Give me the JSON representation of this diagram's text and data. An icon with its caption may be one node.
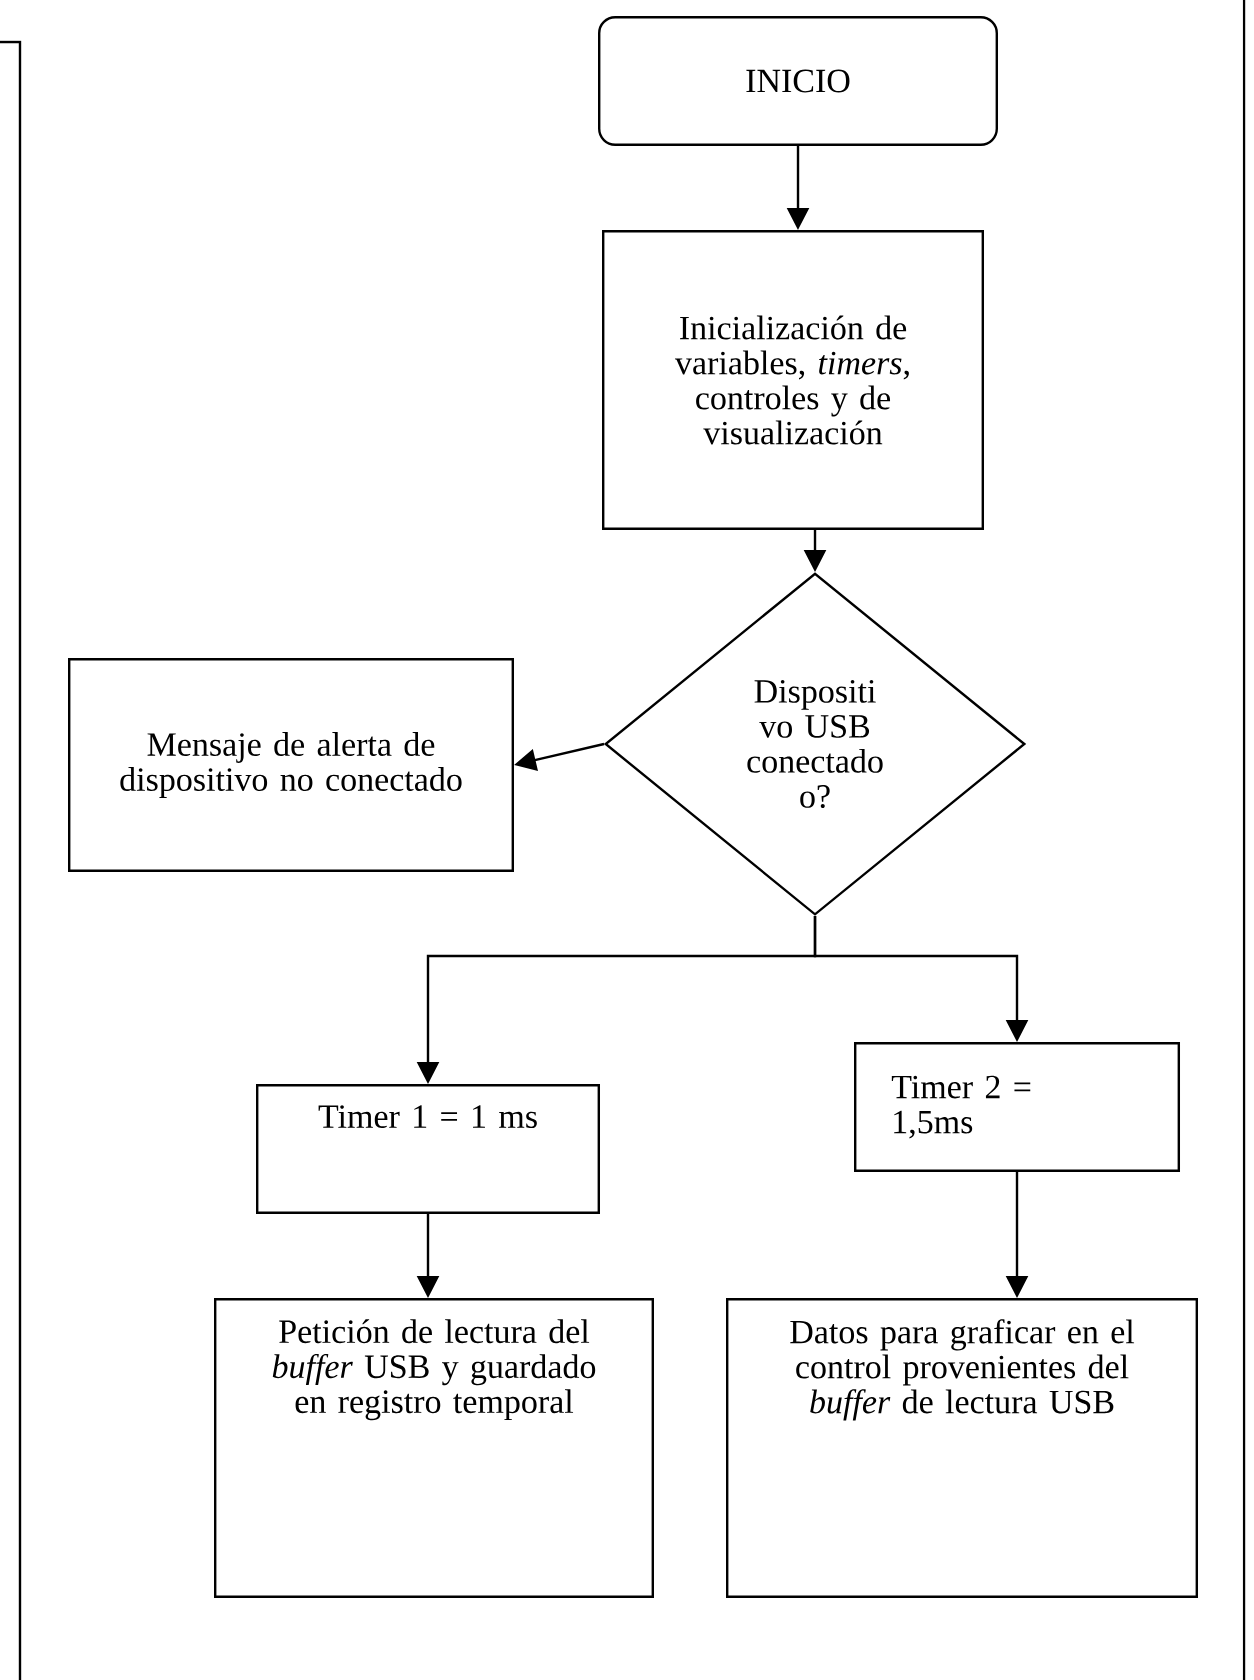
{
  "diagram": {
    "nodes": [
      {
        "text": [
          "INICIO"
        ]
      },
      {
        "text": [
          "Inicialización de variables, *timers*, controles y de visualización"
        ]
      },
      {
        "text": [
          "Dispositi vo USB conectado o?"
        ]
      },
      {
        "text": [
          "Mensaje de alerta de dispositivo no conectado"
        ]
      },
      {
        "text": [
          "Timer 1 = 1 ms"
        ]
      },
      {
        "text": [
          "Timer 2 = 1,5ms"
        ]
      },
      {
        "text": [
          "Petición de lectura del *buffer* USB y guardado en registro temporal"
        ]
      },
      {
        "text": [
          "Datos para graficar en el control provenientes del *buffer* de lectura USB"
        ]
      }
    ],
    "edges": [
      {
        "from": 0,
        "to": 1,
        "arrow": "to"
      },
      {
        "from": 1,
        "to": 2,
        "arrow": "to"
      },
      {
        "from": 2,
        "to": 3,
        "arrow": "to"
      },
      {
        "from": 2,
        "to": 4,
        "arrow": "to"
      },
      {
        "from": 2,
        "to": 5,
        "arrow": "to"
      },
      {
        "from": 4,
        "to": 6,
        "arrow": "to"
      },
      {
        "from": 5,
        "to": 7,
        "arrow": "to"
      }
    ]
  }
}
